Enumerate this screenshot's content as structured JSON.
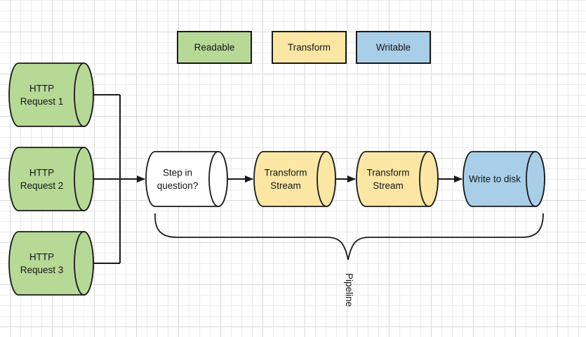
{
  "colors": {
    "stroke": "#1a1a1a",
    "readable": "#b6d996",
    "transform": "#fbe7a3",
    "writable": "#a8cee8",
    "plain": "#ffffff"
  },
  "legend": {
    "items": [
      {
        "label": "Readable"
      },
      {
        "label": "Transform"
      },
      {
        "label": "Writable"
      }
    ]
  },
  "nodes": {
    "http1": {
      "line1": "HTTP",
      "line2": "Request 1"
    },
    "http2": {
      "line1": "HTTP",
      "line2": "Request 2"
    },
    "http3": {
      "line1": "HTTP",
      "line2": "Request 3"
    },
    "step": {
      "line1": "Step in",
      "line2": "question?"
    },
    "transform1": {
      "line1": "Transform",
      "line2": "Stream"
    },
    "transform2": {
      "line1": "Transform",
      "line2": "Stream"
    },
    "sink": {
      "label": "Write to disk"
    }
  },
  "annotations": {
    "pipeline": "Pipeline"
  }
}
